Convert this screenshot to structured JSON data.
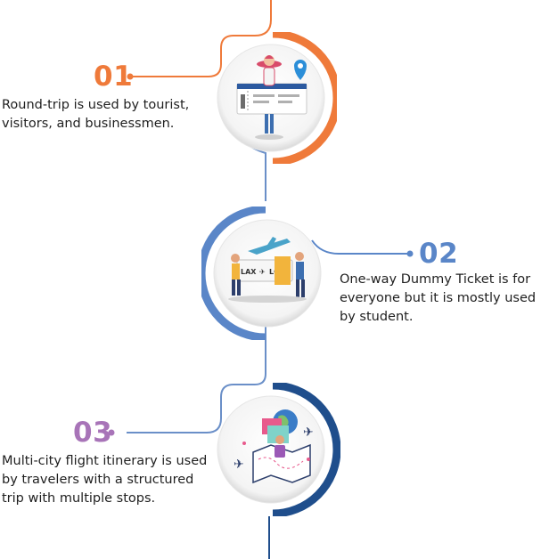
{
  "colors": {
    "step1": "#ef7a3a",
    "step2": "#5a86c8",
    "step3": "#1f4e8c",
    "step3_number": "#a874b8",
    "line_blue": "#6a8fc8"
  },
  "steps": [
    {
      "number": "01",
      "description_lines": [
        "Round-trip is used by tourist,",
        "visitors, and businessmen."
      ],
      "icon": "traveler-boarding-pass-icon"
    },
    {
      "number": "02",
      "description_lines": [
        "One-way Dummy Ticket is for",
        "everyone but it is mostly used",
        "by student."
      ],
      "icon": "lax-lga-one-way-ticket-icon",
      "ticket_from": "LAX",
      "ticket_to": "LGA"
    },
    {
      "number": "03",
      "description_lines": [
        "Multi-city flight itinerary is used",
        "by travelers with a structured",
        "trip with multiple stops."
      ],
      "icon": "multi-city-globe-planes-icon"
    }
  ]
}
